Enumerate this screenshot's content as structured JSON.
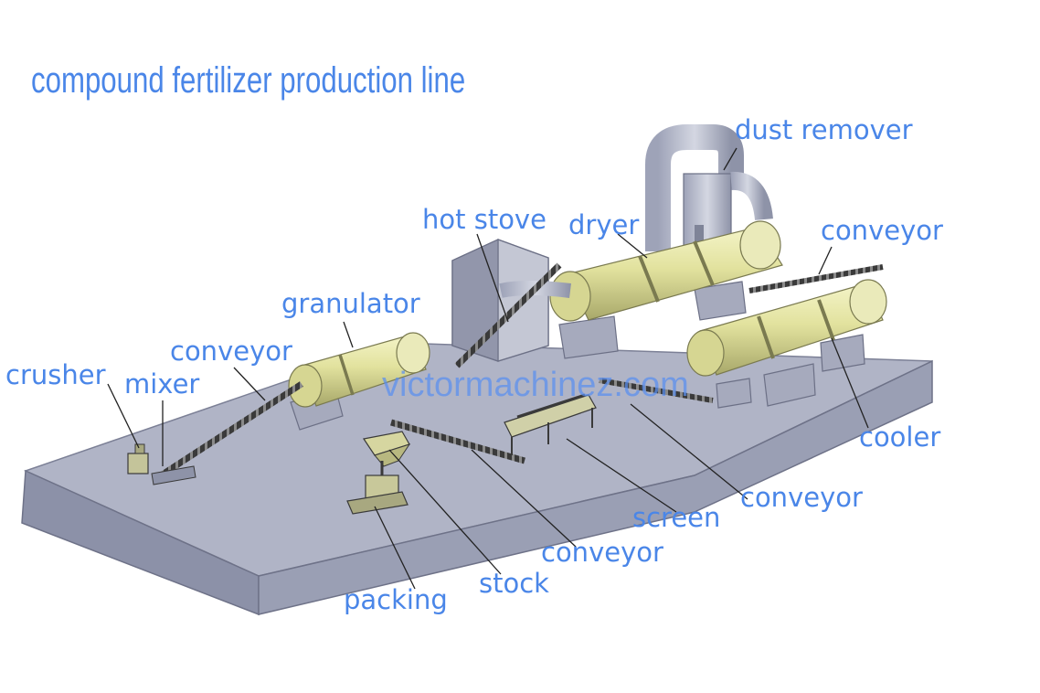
{
  "title": "compound fertilizer production line",
  "watermark": "victormachinez.com",
  "labels": {
    "dust_remover": "dust remover",
    "hot_stove": "hot stove",
    "dryer": "dryer",
    "conveyor_top": "conveyor",
    "granulator": "granulator",
    "conveyor_left": "conveyor",
    "crusher": "crusher",
    "mixer": "mixer",
    "cooler": "cooler",
    "conveyor_right": "conveyor",
    "screen": "screen",
    "conveyor_bottom": "conveyor",
    "stock": "stock",
    "packing": "packing"
  },
  "colors": {
    "label": "#4a86e8",
    "platform_top": "#aeb3c6",
    "platform_side": "#8a8fa6",
    "drum": "#e6e6a8",
    "conveyor": "#2a2a2a"
  }
}
